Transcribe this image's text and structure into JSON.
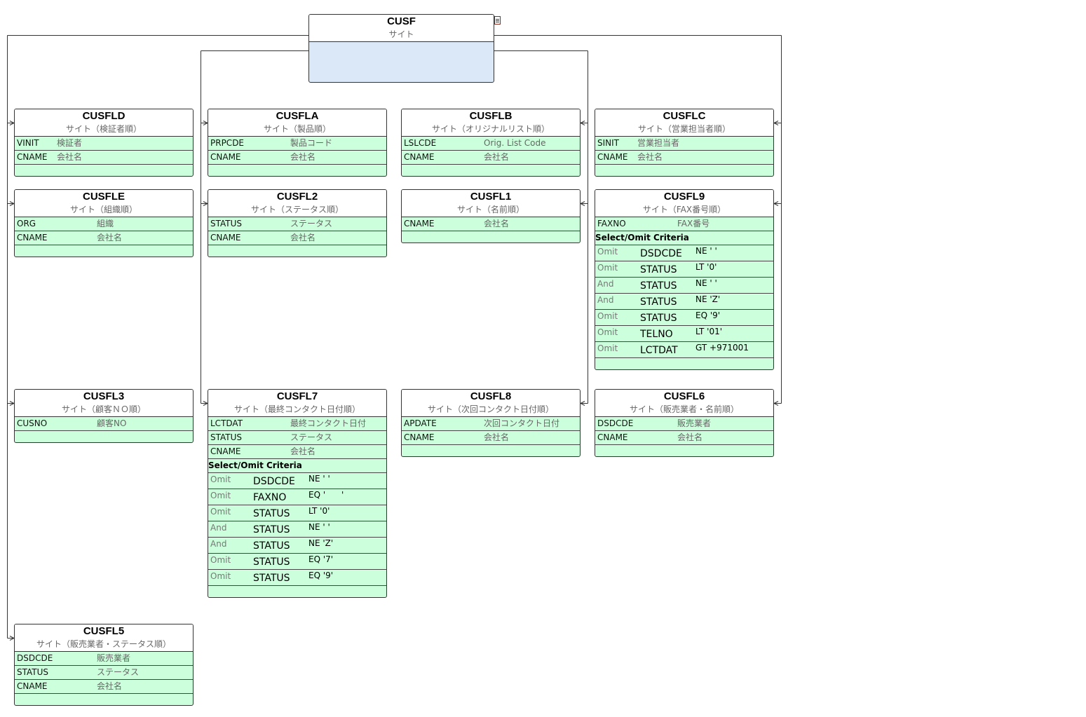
{
  "root": {
    "name": "CUSF",
    "desc": "サイト"
  },
  "views": [
    {
      "key": "cusfld",
      "name": "CUSFLD",
      "desc": "サイト（検証者順）",
      "fields": [
        {
          "name": "VINIT",
          "desc": "検証者"
        },
        {
          "name": "CNAME",
          "desc": "会社名"
        }
      ]
    },
    {
      "key": "cusfla",
      "name": "CUSFLA",
      "desc": "サイト（製品順）",
      "fields": [
        {
          "name": "PRPCDE",
          "desc": "製品コード"
        },
        {
          "name": "CNAME",
          "desc": "会社名"
        }
      ]
    },
    {
      "key": "cusflb",
      "name": "CUSFLB",
      "desc": "サイト（オリジナルリスト順）",
      "fields": [
        {
          "name": "LSLCDE",
          "desc": "Orig. List Code"
        },
        {
          "name": "CNAME",
          "desc": "会社名"
        }
      ]
    },
    {
      "key": "cusflc",
      "name": "CUSFLC",
      "desc": "サイト（営業担当者順）",
      "fields": [
        {
          "name": "SINIT",
          "desc": "営業担当者"
        },
        {
          "name": "CNAME",
          "desc": "会社名"
        }
      ]
    },
    {
      "key": "cusfle",
      "name": "CUSFLE",
      "desc": "サイト（組織順）",
      "fields": [
        {
          "name": "ORG",
          "desc": "組織"
        },
        {
          "name": "CNAME",
          "desc": "会社名"
        }
      ]
    },
    {
      "key": "cusfl2",
      "name": "CUSFL2",
      "desc": "サイト（ステータス順）",
      "fields": [
        {
          "name": "STATUS",
          "desc": "ステータス"
        },
        {
          "name": "CNAME",
          "desc": "会社名"
        }
      ]
    },
    {
      "key": "cusfl1",
      "name": "CUSFL1",
      "desc": "サイト（名前順）",
      "fields": [
        {
          "name": "CNAME",
          "desc": "会社名"
        }
      ]
    },
    {
      "key": "cusfl9",
      "name": "CUSFL9",
      "desc": "サイト（FAX番号順）",
      "fields": [
        {
          "name": "FAXNO",
          "desc": "FAX番号"
        }
      ],
      "select_omit_label": "Select/Omit Criteria",
      "criteria": [
        {
          "op": "Omit",
          "field": "DSDCDE",
          "cmp": "NE ' '"
        },
        {
          "op": "Omit",
          "field": "STATUS",
          "cmp": "LT '0'"
        },
        {
          "op": "And",
          "field": "STATUS",
          "cmp": "NE ' '"
        },
        {
          "op": "And",
          "field": "STATUS",
          "cmp": "NE 'Z'"
        },
        {
          "op": "Omit",
          "field": "STATUS",
          "cmp": "EQ '9'"
        },
        {
          "op": "Omit",
          "field": "TELNO",
          "cmp": "LT '01'"
        },
        {
          "op": "Omit",
          "field": "LCTDAT",
          "cmp": "GT +971001"
        }
      ]
    },
    {
      "key": "cusfl3",
      "name": "CUSFL3",
      "desc": "サイト（顧客ＮＯ順）",
      "fields": [
        {
          "name": "CUSNO",
          "desc": "顧客NO"
        }
      ]
    },
    {
      "key": "cusfl7",
      "name": "CUSFL7",
      "desc": "サイト（最終コンタクト日付順）",
      "fields": [
        {
          "name": "LCTDAT",
          "desc": "最終コンタクト日付"
        },
        {
          "name": "STATUS",
          "desc": "ステータス"
        },
        {
          "name": "CNAME",
          "desc": "会社名"
        }
      ],
      "select_omit_label": "Select/Omit Criteria",
      "criteria": [
        {
          "op": "Omit",
          "field": "DSDCDE",
          "cmp": "NE ' '"
        },
        {
          "op": "Omit",
          "field": "FAXNO",
          "cmp": "EQ '      '"
        },
        {
          "op": "Omit",
          "field": "STATUS",
          "cmp": "LT '0'"
        },
        {
          "op": "And",
          "field": "STATUS",
          "cmp": "NE ' '"
        },
        {
          "op": "And",
          "field": "STATUS",
          "cmp": "NE 'Z'"
        },
        {
          "op": "Omit",
          "field": "STATUS",
          "cmp": "EQ '7'"
        },
        {
          "op": "Omit",
          "field": "STATUS",
          "cmp": "EQ '9'"
        }
      ]
    },
    {
      "key": "cusfl8",
      "name": "CUSFL8",
      "desc": "サイト（次回コンタクト日付順）",
      "fields": [
        {
          "name": "APDATE",
          "desc": "次回コンタクト日付"
        },
        {
          "name": "CNAME",
          "desc": "会社名"
        }
      ]
    },
    {
      "key": "cusfl6",
      "name": "CUSFL6",
      "desc": "サイト（販売業者・名前順）",
      "fields": [
        {
          "name": "DSDCDE",
          "desc": "販売業者"
        },
        {
          "name": "CNAME",
          "desc": "会社名"
        }
      ]
    },
    {
      "key": "cusfl5",
      "name": "CUSFL5",
      "desc": "サイト（販売業者・ステータス順）",
      "fields": [
        {
          "name": "DSDCDE",
          "desc": "販売業者"
        },
        {
          "name": "STATUS",
          "desc": "ステータス"
        },
        {
          "name": "CNAME",
          "desc": "会社名"
        }
      ]
    }
  ],
  "colors": {
    "view_fill": "#ccffdb",
    "root_fill": "#dae8f7",
    "line": "#333333"
  },
  "icons": {
    "root_note": "note-document-icon"
  }
}
